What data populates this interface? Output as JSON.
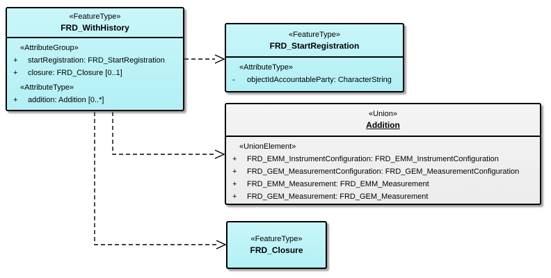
{
  "diagram": {
    "kind": "UML class diagram",
    "colors": {
      "feature_type_fill": "#B9F2F6",
      "union_fill": "#F0F0F0",
      "border": "#000000",
      "connector": "#000000",
      "background": "#FFFFFF"
    }
  },
  "boxes": {
    "frd_with_history": {
      "stereotype": "«FeatureType»",
      "name": "FRD_WithHistory",
      "section1_stereotype": "«AttributeGroup»",
      "attr1_vis": "+",
      "attr1_text": "startRegistration: FRD_StartRegistration",
      "attr2_vis": "+",
      "attr2_text": "closure: FRD_Closure [0..1]",
      "section2_stereotype": "«AttributeType»",
      "attr3_vis": "+",
      "attr3_text": "addition: Addition [0..*]"
    },
    "frd_start_registration": {
      "stereotype": "«FeatureType»",
      "name": "FRD_StartRegistration",
      "section1_stereotype": "«AttributeType»",
      "attr1_vis": "-",
      "attr1_text": "objectIdAccountableParty: CharacterString"
    },
    "addition": {
      "stereotype": "«Union»",
      "name": "Addition",
      "section1_stereotype": "«UnionElement»",
      "attr1_vis": "+",
      "attr1_text": "FRD_EMM_InstrumentConfiguration: FRD_EMM_InstrumentConfiguration",
      "attr2_vis": "+",
      "attr2_text": "FRD_GEM_MeasurementConfiguration: FRD_GEM_MeasurementConfiguration",
      "attr3_vis": "+",
      "attr3_text": "FRD_EMM_Measurement: FRD_EMM_Measurement",
      "attr4_vis": "+",
      "attr4_text": "FRD_GEM_Measurement: FRD_GEM_Measurement"
    },
    "frd_closure": {
      "stereotype": "«FeatureType»",
      "name": "FRD_Closure"
    }
  },
  "connectors": {
    "to_start_registration": "dashed dependency arrow",
    "to_addition": "dashed dependency arrow",
    "to_closure": "dashed dependency arrow"
  }
}
